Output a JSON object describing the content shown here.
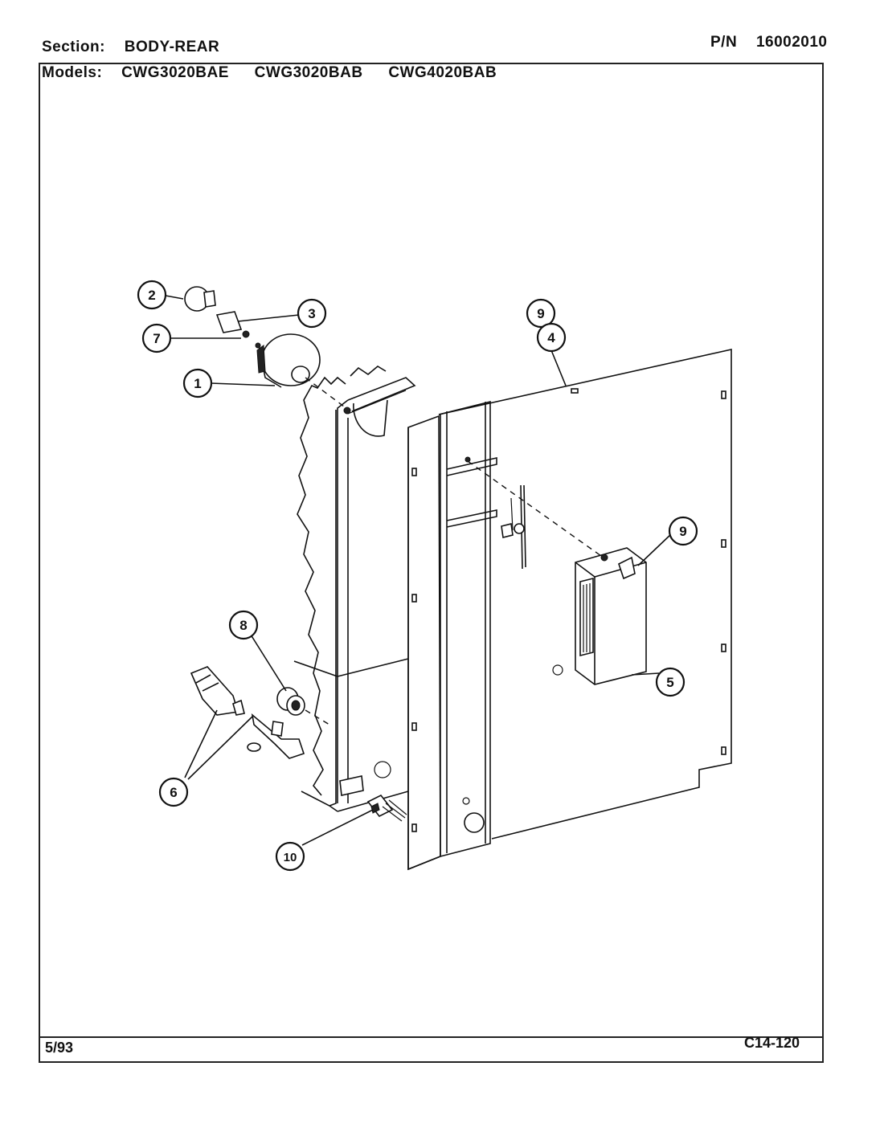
{
  "header": {
    "section_label": "Section:",
    "section_value": "BODY-REAR",
    "pn_label": "P/N",
    "pn_value": "16002010",
    "models_label": "Models:",
    "models": [
      "CWG3020BAE",
      "CWG3020BAB",
      "CWG4020BAB"
    ]
  },
  "footer": {
    "date": "5/93",
    "page_code": "C14-120"
  },
  "callouts": [
    "1",
    "2",
    "3",
    "4",
    "5",
    "6",
    "7",
    "8",
    "9",
    "9",
    "10"
  ]
}
